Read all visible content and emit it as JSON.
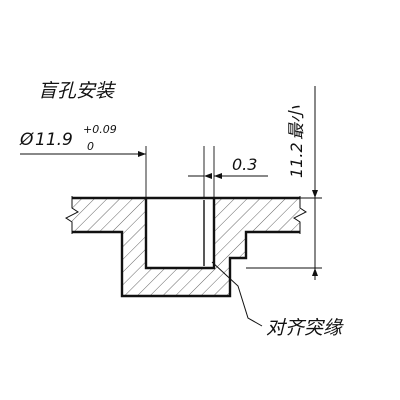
{
  "drawing": {
    "title": "盲孔安装",
    "diameter": {
      "symbol": "Ø",
      "value": "11.9",
      "tol_upper": "+0.09",
      "tol_lower": "0"
    },
    "gap_dim": "0.3",
    "depth_dim": "11.2",
    "depth_note": "最小",
    "callout": "对齐突缘",
    "colors": {
      "line": "#111111",
      "hatch": "#555555",
      "background": "#ffffff"
    }
  }
}
